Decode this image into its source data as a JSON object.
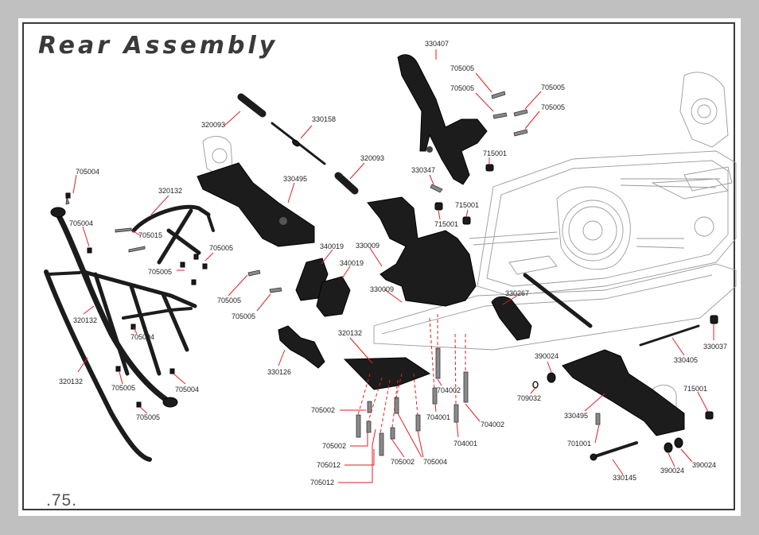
{
  "page": {
    "title": "Rear Assembly",
    "page_number": ".75."
  },
  "colors": {
    "background": "#c0c0c0",
    "sheet": "#ffffff",
    "leader_lines": "#d22222",
    "parts": "#1c1c1c"
  },
  "labels": {
    "l330407": "330407",
    "l705005a": "705005",
    "l705005b": "705005",
    "l705005c": "705005",
    "l705005d": "705005",
    "l715001a": "715001",
    "l330347": "330347",
    "l715001b": "715001",
    "l715001c": "715001",
    "l320093a": "320093",
    "l330158": "330158",
    "l320093b": "320093",
    "l330495a": "330495",
    "l705004a": "705004",
    "l320132a": "320132",
    "l705004b": "705004",
    "l705015": "705015",
    "l705005e": "705005",
    "l705005f": "705005",
    "l705005g": "705005",
    "l705005h": "705005",
    "l340019a": "340019",
    "l340019b": "340019",
    "l330009a": "330009",
    "l330009b": "330009",
    "l320132b": "320132",
    "l705004c": "705004",
    "l320132c": "320132",
    "l705005i": "705005",
    "l705004d": "705004",
    "l705005j": "705005",
    "l330126": "330126",
    "l320132d": "320132",
    "l330267": "330267",
    "l330405": "330405",
    "l330037": "330037",
    "l390024a": "390024",
    "l704002a": "704002",
    "l704001a": "704001",
    "l704002b": "704002",
    "l704001b": "704001",
    "l709032": "709032",
    "l330495b": "330495",
    "l715001d": "715001",
    "l705002a": "705002",
    "l705002b": "705002",
    "l705012a": "705012",
    "l705002c": "705002",
    "l705004e": "705004",
    "l705012b": "705012",
    "l701001": "701001",
    "l330145": "330145",
    "l390024b": "390024",
    "l390024c": "390024"
  }
}
